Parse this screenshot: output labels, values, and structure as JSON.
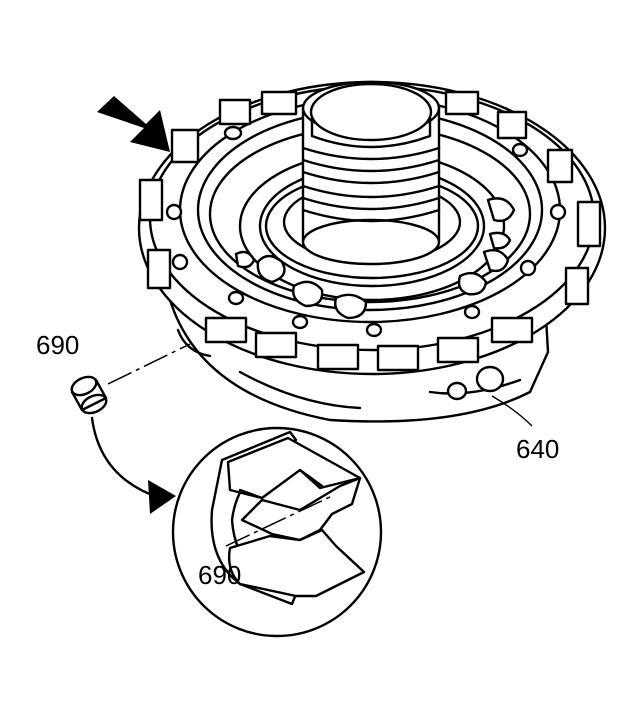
{
  "labels": {
    "seal_callout": "690",
    "pump_callout": "640",
    "detail_callout": "690"
  }
}
